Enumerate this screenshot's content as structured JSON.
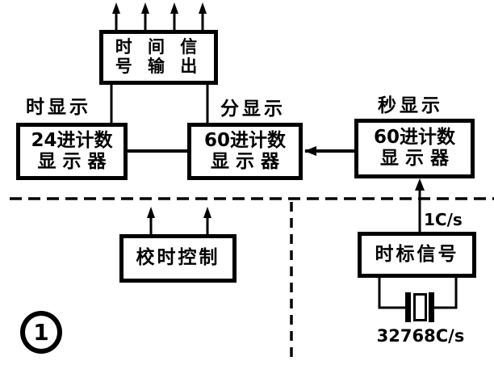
{
  "figure": {
    "number": "1"
  },
  "boxes": {
    "output": {
      "line1": "时 间 信",
      "line2": "号 输 出"
    },
    "hour": {
      "caption": "时显示",
      "line1": "24进计数",
      "line2": "显 示 器"
    },
    "minute": {
      "caption": "分显示",
      "line1": "60进计数",
      "line2": "显 示 器"
    },
    "second": {
      "caption": "秒显示",
      "line1": "60进计数",
      "line2": "显 示 器"
    },
    "calibration": {
      "label": "校时控制"
    },
    "timebase": {
      "label": "时标信号"
    }
  },
  "annotations": {
    "rate": "1C/s",
    "crystal_freq": "32768C/s"
  },
  "colors": {
    "ink": "#000000",
    "paper": "#ffffff"
  }
}
